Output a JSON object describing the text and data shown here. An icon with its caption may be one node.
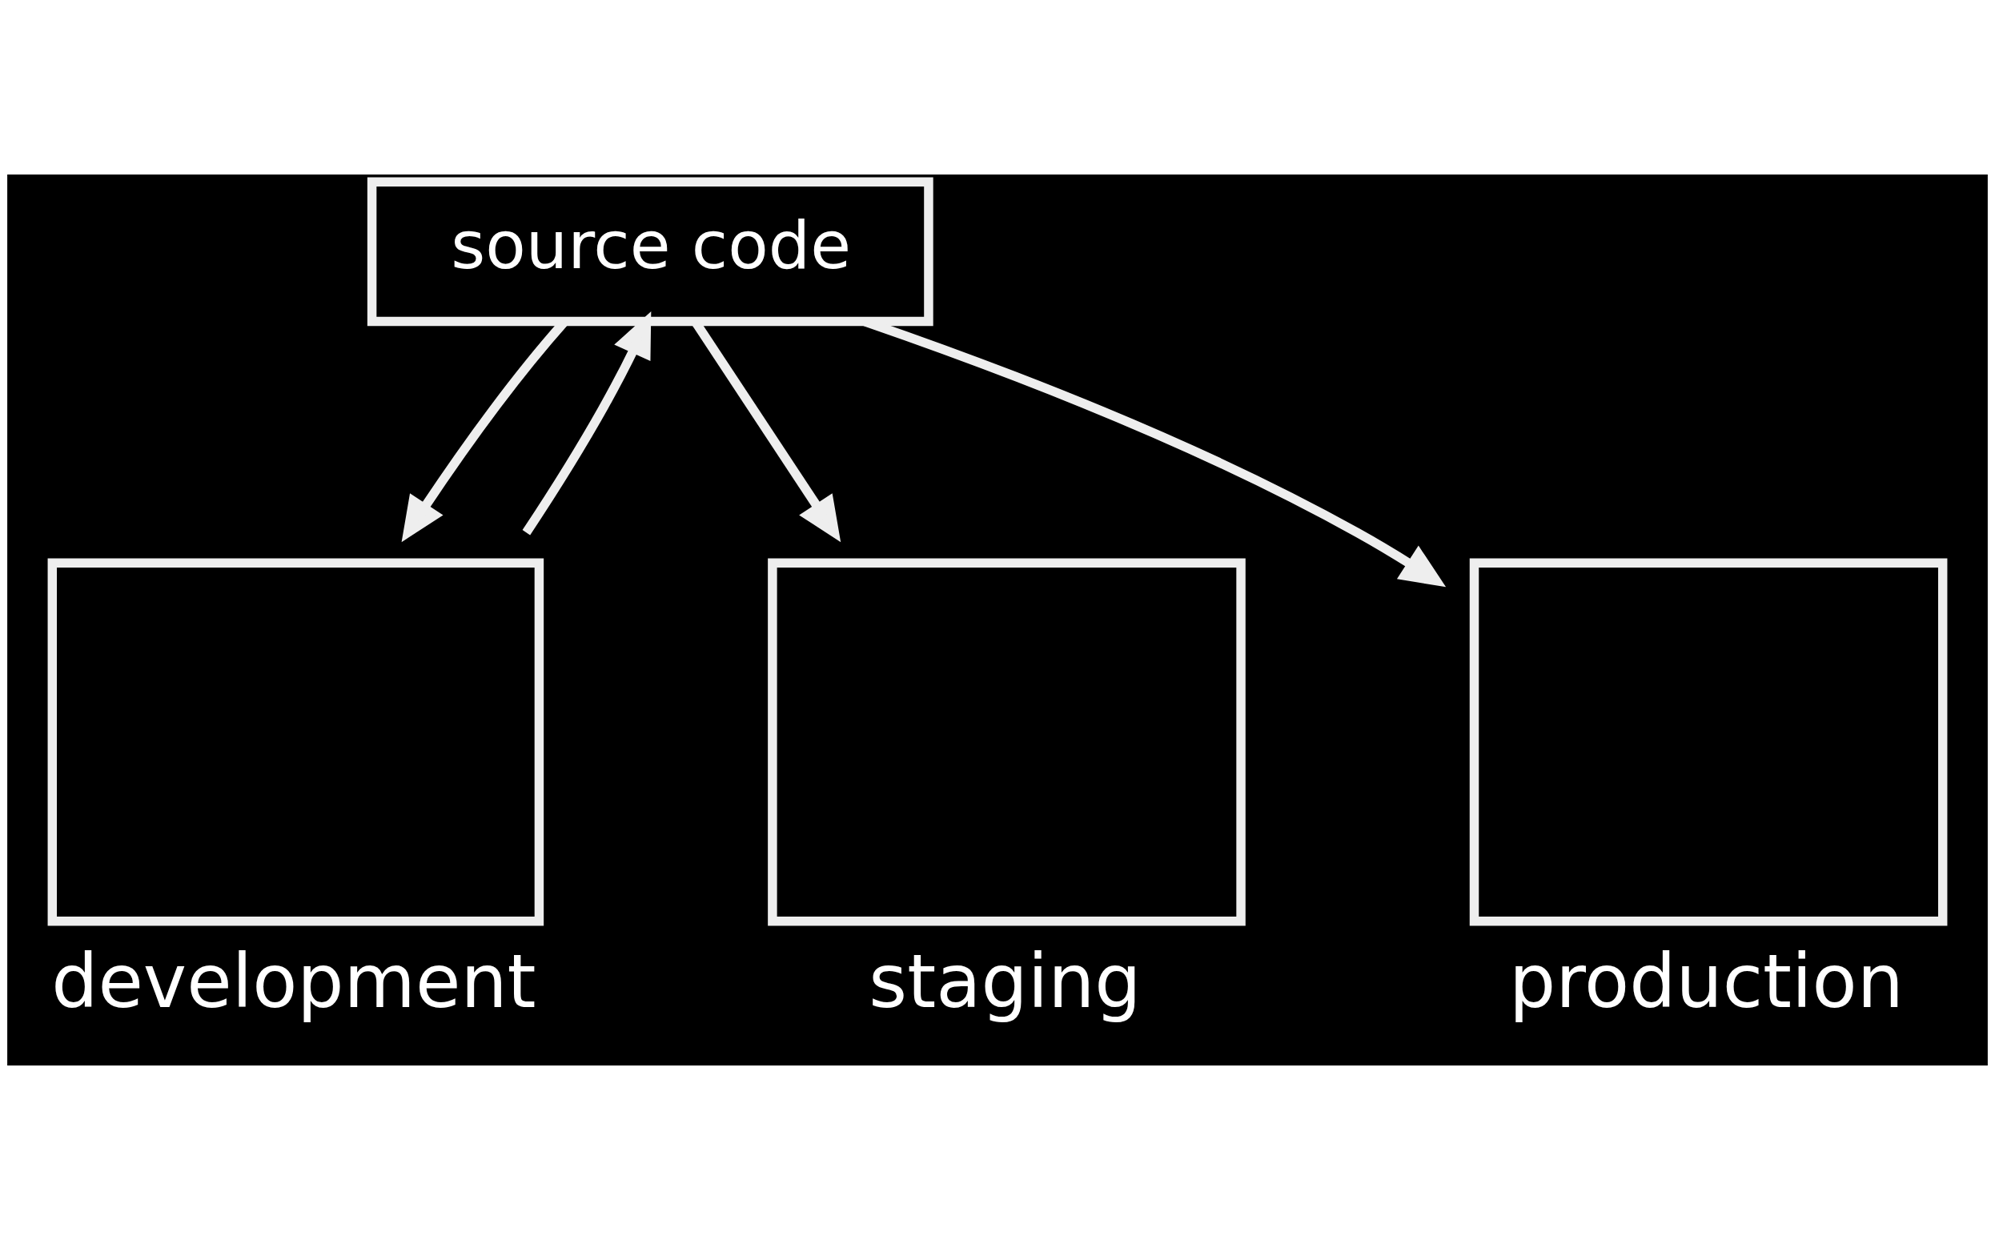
{
  "diagram": {
    "nodes": [
      {
        "text": [
          "source code"
        ]
      },
      {
        "text": [
          "development"
        ]
      },
      {
        "text": [
          "staging"
        ]
      },
      {
        "text": [
          "production"
        ]
      }
    ],
    "edges": [
      {
        "from": 1,
        "to": 0,
        "arrow": "to"
      },
      {
        "from": 0,
        "to": 1,
        "arrow": "to"
      },
      {
        "from": 0,
        "to": 2,
        "arrow": "to"
      },
      {
        "from": 0,
        "to": 3,
        "arrow": "to"
      }
    ]
  }
}
